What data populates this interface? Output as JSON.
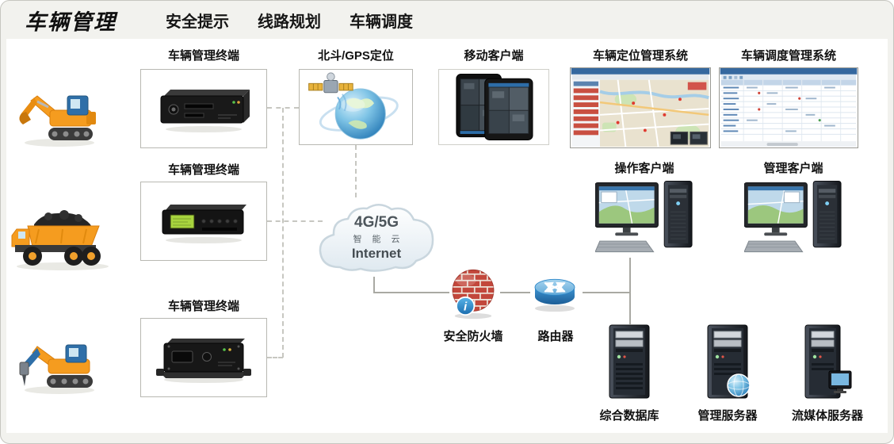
{
  "header": {
    "title": "车辆管理",
    "menu": [
      {
        "label": "安全提示"
      },
      {
        "label": "线路规划"
      },
      {
        "label": "车辆调度"
      }
    ]
  },
  "nodes": {
    "terminals": [
      {
        "label": "车辆管理终端"
      },
      {
        "label": "车辆管理终端"
      },
      {
        "label": "车辆管理终端"
      }
    ],
    "gps": {
      "label": "北斗/GPS定位"
    },
    "mobile": {
      "label": "移动客户端"
    },
    "positioning_system": {
      "label": "车辆定位管理系统"
    },
    "dispatch_system": {
      "label": "车辆调度管理系统"
    },
    "operation_client": {
      "label": "操作客户端"
    },
    "management_client": {
      "label": "管理客户端"
    },
    "firewall": {
      "label": "安全防火墙",
      "badge": "i"
    },
    "router": {
      "label": "路由器"
    },
    "database_server": {
      "label": "综合数据库"
    },
    "management_server": {
      "label": "管理服务器"
    },
    "streaming_server": {
      "label": "流媒体服务器"
    }
  },
  "cloud": {
    "line1": "4G/5G",
    "line2": "智 能 云",
    "line3": "Internet"
  },
  "icons": {
    "excavator": "orange excavator with bucket arm",
    "dump_truck": "orange mining dump truck with coal load",
    "breaker_excavator": "orange excavator with hydraulic breaker",
    "mdvr": "black mobile DVR terminal device",
    "satellite_globe": "satellite orbiting blue globe",
    "tablets": "two tablets showing video grid",
    "cloud": "internet cloud shape",
    "firewall": "red brick circle with blue info badge",
    "router": "blue cylinder router with crossing arrows",
    "desktop_computer": "monitor keyboard and tower",
    "server_tower": "dark server tower"
  },
  "colors": {
    "accent_orange": "#f59c1f",
    "brand_blue": "#2f6fa8",
    "panel_bg": "#f2f2ee",
    "dashed_line": "#c7c7c1",
    "solid_line": "#a9a9a3",
    "firewall_red": "#c2473b",
    "router_blue": "#2b86c8"
  }
}
